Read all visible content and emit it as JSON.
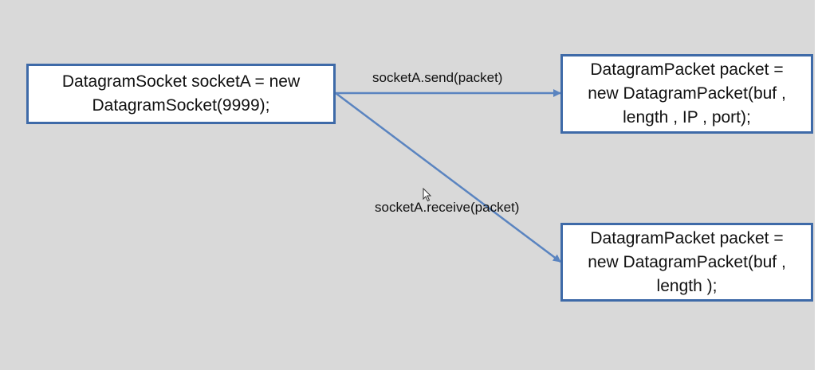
{
  "diagram": {
    "source_box": {
      "lines": [
        "DatagramSocket socketA = new",
        "DatagramSocket(9999);"
      ]
    },
    "send_box": {
      "lines": [
        "DatagramPacket packet =",
        "new DatagramPacket(buf ,",
        "length , IP , port);"
      ]
    },
    "receive_box": {
      "lines": [
        "DatagramPacket packet =",
        "new DatagramPacket(buf ,",
        "length );"
      ]
    },
    "edges": {
      "send_label": "socketA.send(packet)",
      "receive_label": "socketA.receive(packet)"
    },
    "colors": {
      "background": "#d9d9d9",
      "box_border": "#3e6aa8",
      "arrow": "#5a84c0"
    },
    "icons": [
      "mouse-cursor-icon"
    ]
  }
}
